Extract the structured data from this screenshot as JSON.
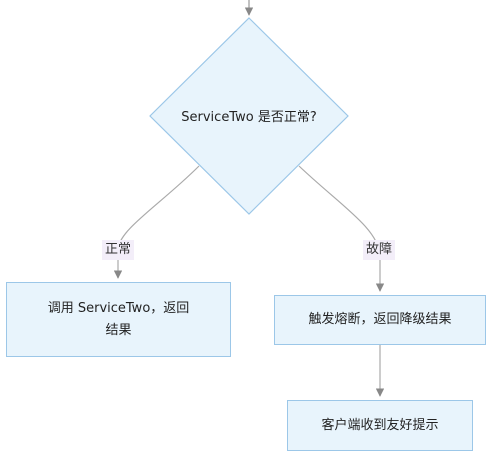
{
  "decision": {
    "label": "ServiceTwo 是否正常?"
  },
  "edges": {
    "normal_label": "正常",
    "fault_label": "故障"
  },
  "nodes": {
    "call_service": "调用 ServiceTwo，返回结果",
    "circuit_break": "触发熔断，返回降级结果",
    "client_prompt": "客户端收到友好提示"
  },
  "colors": {
    "node_fill": "#e8f4fc",
    "node_border": "#9cc7e8",
    "edge_line": "#aaaaaa",
    "label_bg": "#f3eef9"
  }
}
